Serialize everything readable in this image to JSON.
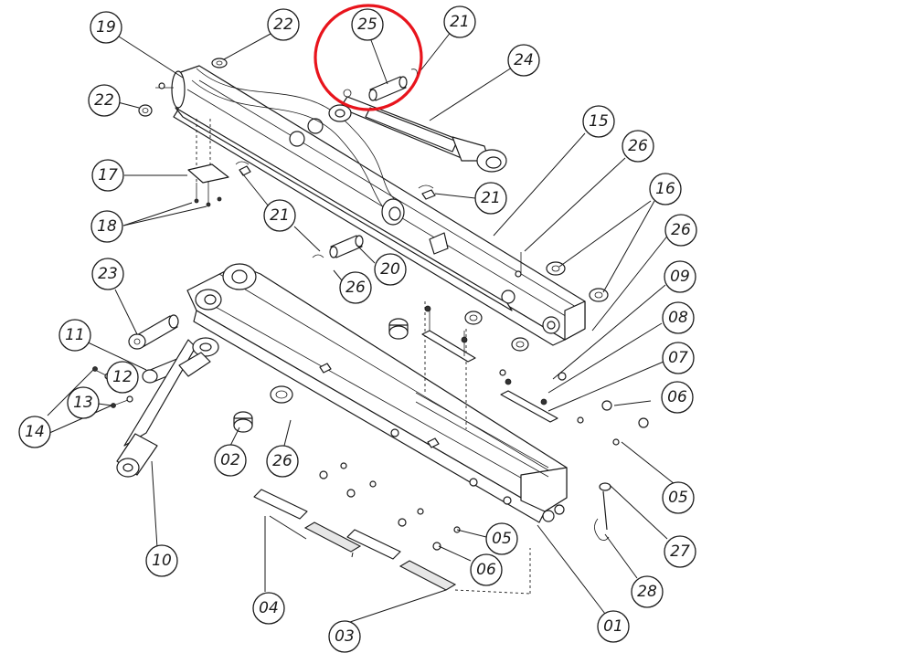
{
  "highlight": {
    "color": "#e8141c",
    "target": "25"
  },
  "labels": {
    "l19": "19",
    "l22a": "22",
    "l25": "25",
    "l21a": "21",
    "l24": "24",
    "l22b": "22",
    "l15": "15",
    "l26a": "26",
    "l17": "17",
    "l16": "16",
    "l21b": "21",
    "l18": "18",
    "l21c": "21",
    "l26b": "26",
    "l20": "20",
    "l09": "09",
    "l23": "23",
    "l26c": "26",
    "l08": "08",
    "l11": "11",
    "l12": "12",
    "l07": "07",
    "l13": "13",
    "l06a": "06",
    "l14": "14",
    "l02": "02",
    "l26d": "26",
    "l05a": "05",
    "l10": "10",
    "l27": "27",
    "l05b": "05",
    "l06b": "06",
    "l28": "28",
    "l04": "04",
    "l01": "01",
    "l03": "03"
  }
}
